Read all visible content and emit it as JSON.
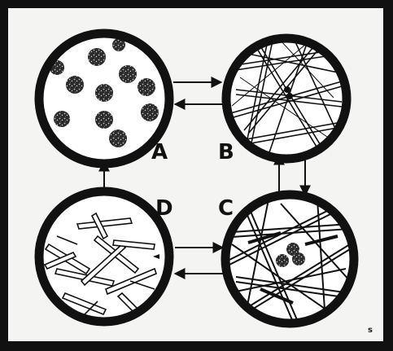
{
  "panels": {
    "a": {
      "label": "A"
    },
    "b": {
      "label": "B"
    },
    "c": {
      "label": "C"
    },
    "d": {
      "label": "D"
    }
  },
  "corner_mark": "s",
  "colors": {
    "frame": "#111111",
    "paper": "#f4f4f2",
    "ink": "#111111",
    "cell_fill": "#ffffff"
  }
}
